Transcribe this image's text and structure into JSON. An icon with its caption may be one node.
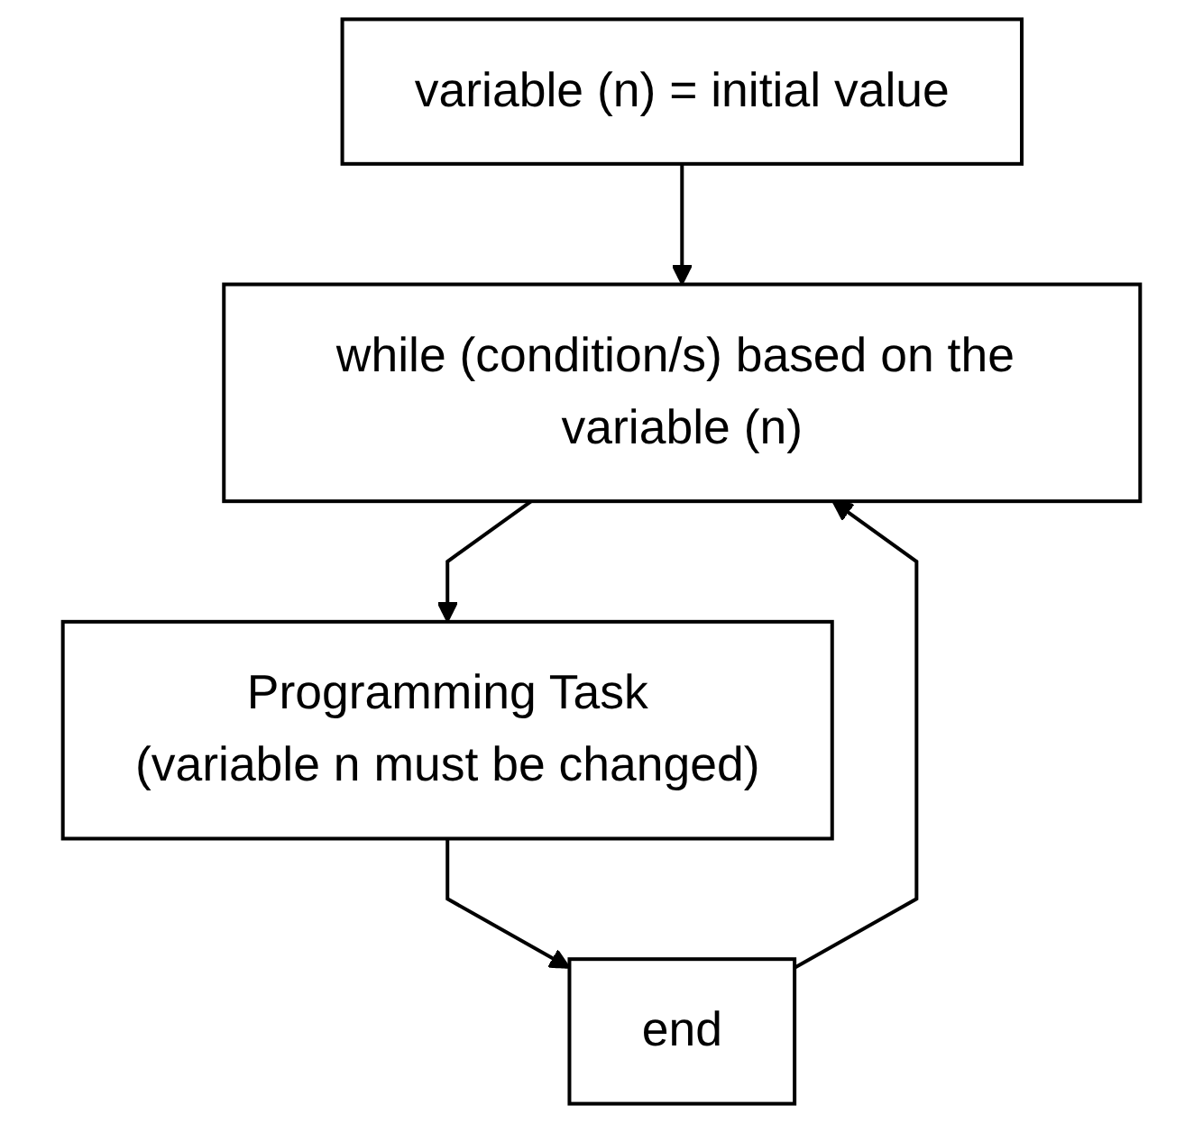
{
  "diagram": {
    "nodes": [
      {
        "text": [
          "variable (n) = initial value"
        ]
      },
      {
        "text": [
          "while (condition/s) based on the variable (n)"
        ]
      },
      {
        "text": [
          "Programming Task",
          "(variable n must be changed)"
        ]
      },
      {
        "text": [
          "end"
        ]
      }
    ],
    "edges": [
      {
        "from": 0,
        "to": 1,
        "arrow": "to"
      },
      {
        "from": 1,
        "to": 2,
        "arrow": "to"
      },
      {
        "from": 2,
        "to": 3,
        "arrow": "to"
      },
      {
        "from": 3,
        "to": 1,
        "arrow": "to"
      }
    ]
  }
}
